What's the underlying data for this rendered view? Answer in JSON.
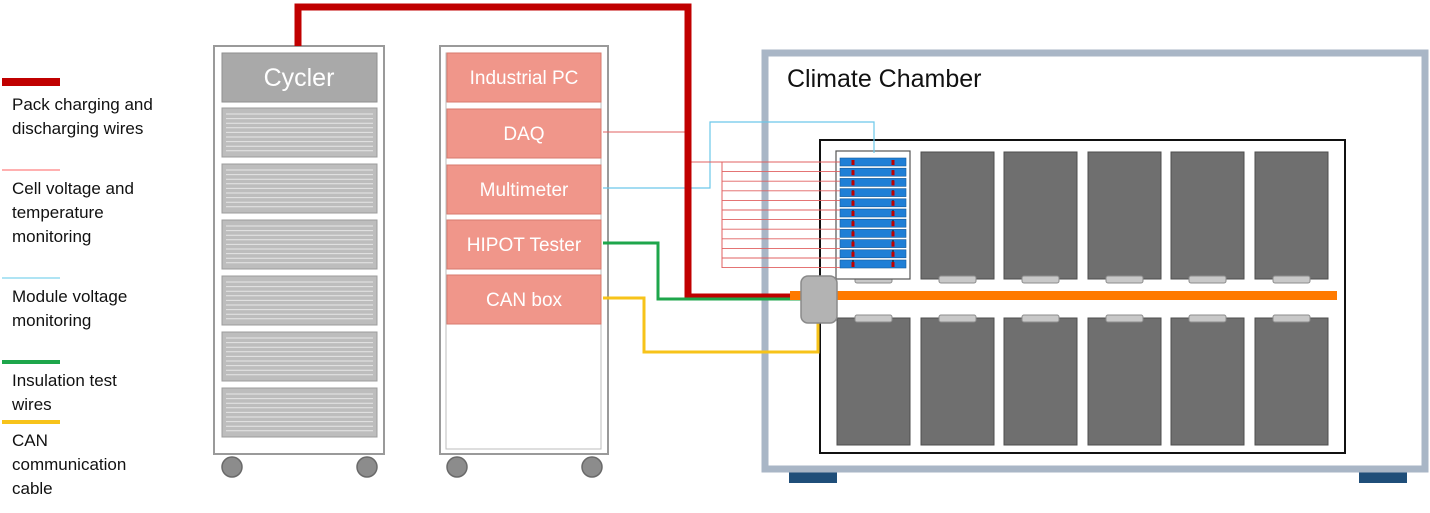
{
  "legend": {
    "items": [
      {
        "key": "pack",
        "lines": [
          "Pack charging and",
          "discharging wires"
        ],
        "color": "#c00000"
      },
      {
        "key": "cell",
        "lines": [
          "Cell voltage and",
          "temperature",
          "monitoring"
        ],
        "color": "#ff8080"
      },
      {
        "key": "module",
        "lines": [
          "Module voltage",
          "monitoring"
        ],
        "color": "#7fd3ee"
      },
      {
        "key": "insulation",
        "lines": [
          "Insulation test",
          "wires"
        ],
        "color": "#1ea64b"
      },
      {
        "key": "can",
        "lines": [
          "CAN",
          "communication",
          "cable"
        ],
        "color": "#f7c31a"
      }
    ]
  },
  "cycler": {
    "label": "Cycler"
  },
  "rack": {
    "items": [
      "Industrial PC",
      "DAQ",
      "Multimeter",
      "HIPOT Tester",
      "CAN box"
    ]
  },
  "chamber": {
    "title": "Climate Chamber"
  },
  "colors": {
    "pack_wire": "#c00000",
    "cell_wire": "#e06060",
    "module_wire": "#6cc8ea",
    "insulation_wire": "#1ea64b",
    "can_wire": "#f7c31a",
    "rack_box": "#f0968a",
    "module_gray": "#6f6f6f",
    "busbar": "#ff7a00",
    "chamber_frame": "#a9b6c6",
    "chamber_feet": "#1f4e79",
    "cell_module_blue": "#1f7fd6"
  }
}
